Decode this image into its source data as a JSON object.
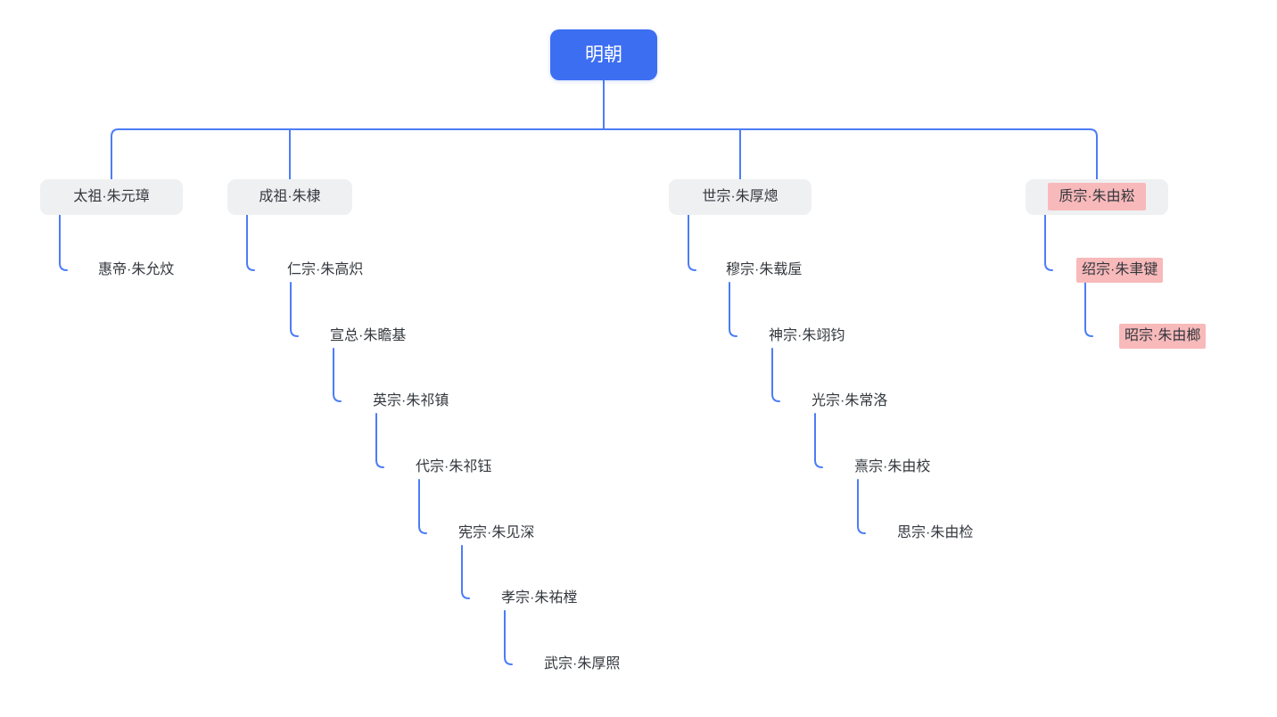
{
  "diagram": {
    "type": "mind-map-org-chart",
    "colors": {
      "root_bg": "#3c6ef2",
      "root_text": "#ffffff",
      "branch_box_bg": "#eff0f2",
      "text": "#33373d",
      "connector_line": "#4c7df7",
      "highlight_bg": "#f8b9ba",
      "background": "#ffffff"
    },
    "root": {
      "label": "明朝"
    },
    "branches": [
      {
        "label": "太祖·朱元璋",
        "highlighted": false,
        "children": [
          {
            "label": "惠帝·朱允炆",
            "highlighted": false
          }
        ]
      },
      {
        "label": "成祖·朱棣",
        "highlighted": false,
        "children": [
          {
            "label": "仁宗·朱高炽",
            "highlighted": false
          },
          {
            "label": "宣总·朱瞻基",
            "highlighted": false
          },
          {
            "label": "英宗·朱祁镇",
            "highlighted": false
          },
          {
            "label": "代宗·朱祁钰",
            "highlighted": false
          },
          {
            "label": "宪宗·朱见深",
            "highlighted": false
          },
          {
            "label": "孝宗·朱祐樘",
            "highlighted": false
          },
          {
            "label": "武宗·朱厚照",
            "highlighted": false
          }
        ]
      },
      {
        "label": "世宗·朱厚熜",
        "highlighted": false,
        "children": [
          {
            "label": "穆宗·朱载垕",
            "highlighted": false
          },
          {
            "label": "神宗·朱翊钧",
            "highlighted": false
          },
          {
            "label": "光宗·朱常洛",
            "highlighted": false
          },
          {
            "label": "熹宗·朱由校",
            "highlighted": false
          },
          {
            "label": "思宗·朱由检",
            "highlighted": false
          }
        ]
      },
      {
        "label": "质宗·朱由崧",
        "highlighted": true,
        "children": [
          {
            "label": "绍宗·朱聿键",
            "highlighted": true
          },
          {
            "label": "昭宗·朱由榔",
            "highlighted": true
          }
        ]
      }
    ]
  }
}
